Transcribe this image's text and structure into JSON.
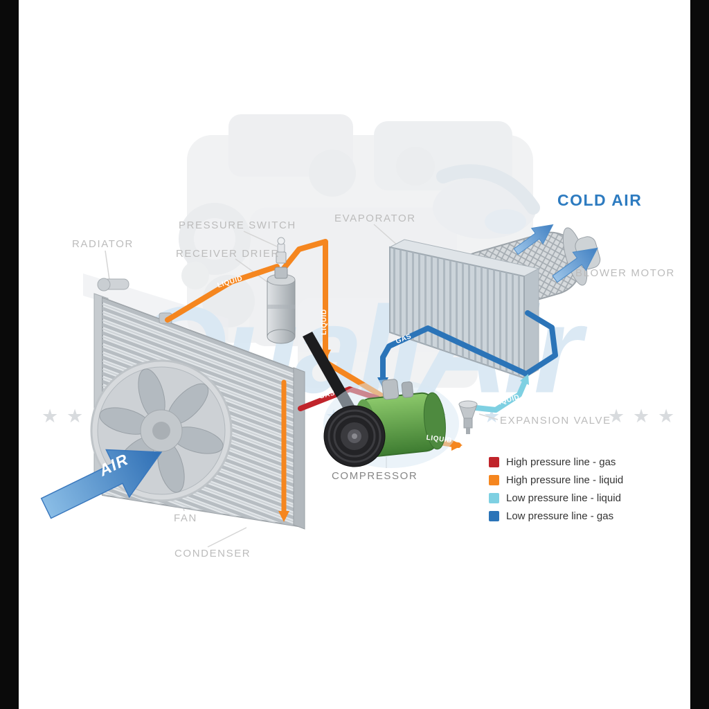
{
  "watermark": {
    "text": "QualiAir",
    "star_glyph": "★"
  },
  "airflow": {
    "cold_air": "COLD AIR",
    "air": "AIR"
  },
  "component_labels": {
    "radiator": "RADIATOR",
    "pressure_switch": "PRESSURE SWITCH",
    "receiver_drier": "RECEIVER DRIER",
    "evaporator": "EVAPORATOR",
    "blower_motor": "BLOWER MOTOR",
    "expansion_valve": "EXPANSION VALVE",
    "compressor": "COMPRESSOR",
    "fan": "FAN",
    "condenser": "CONDENSER"
  },
  "pipe_labels": {
    "liquid_condenser_to_drier": "LIQUID",
    "liquid_vertical": "LIQUID",
    "gas_high_pressure": "GAS",
    "gas_low_pressure": "GAS",
    "liquid_low_pressure": "LIQUID",
    "liquid_to_valve": "LIQUID"
  },
  "legend": {
    "items": [
      {
        "label": "High pressure line - gas",
        "color": "#c0242b"
      },
      {
        "label": "High pressure line - liquid",
        "color": "#f5861f"
      },
      {
        "label": "Low pressure line - liquid",
        "color": "#7ed0e2"
      },
      {
        "label": "Low pressure line -  gas",
        "color": "#2b74b8"
      }
    ]
  },
  "colors": {
    "high_pressure_gas": "#c0242b",
    "high_pressure_liquid": "#f5861f",
    "low_pressure_liquid": "#7ed0e2",
    "low_pressure_gas": "#2b74b8",
    "cold_air_text": "#2d7bc0",
    "watermark_blue": "#d9e8f4",
    "component_label_gray": "#bcbcbc"
  }
}
